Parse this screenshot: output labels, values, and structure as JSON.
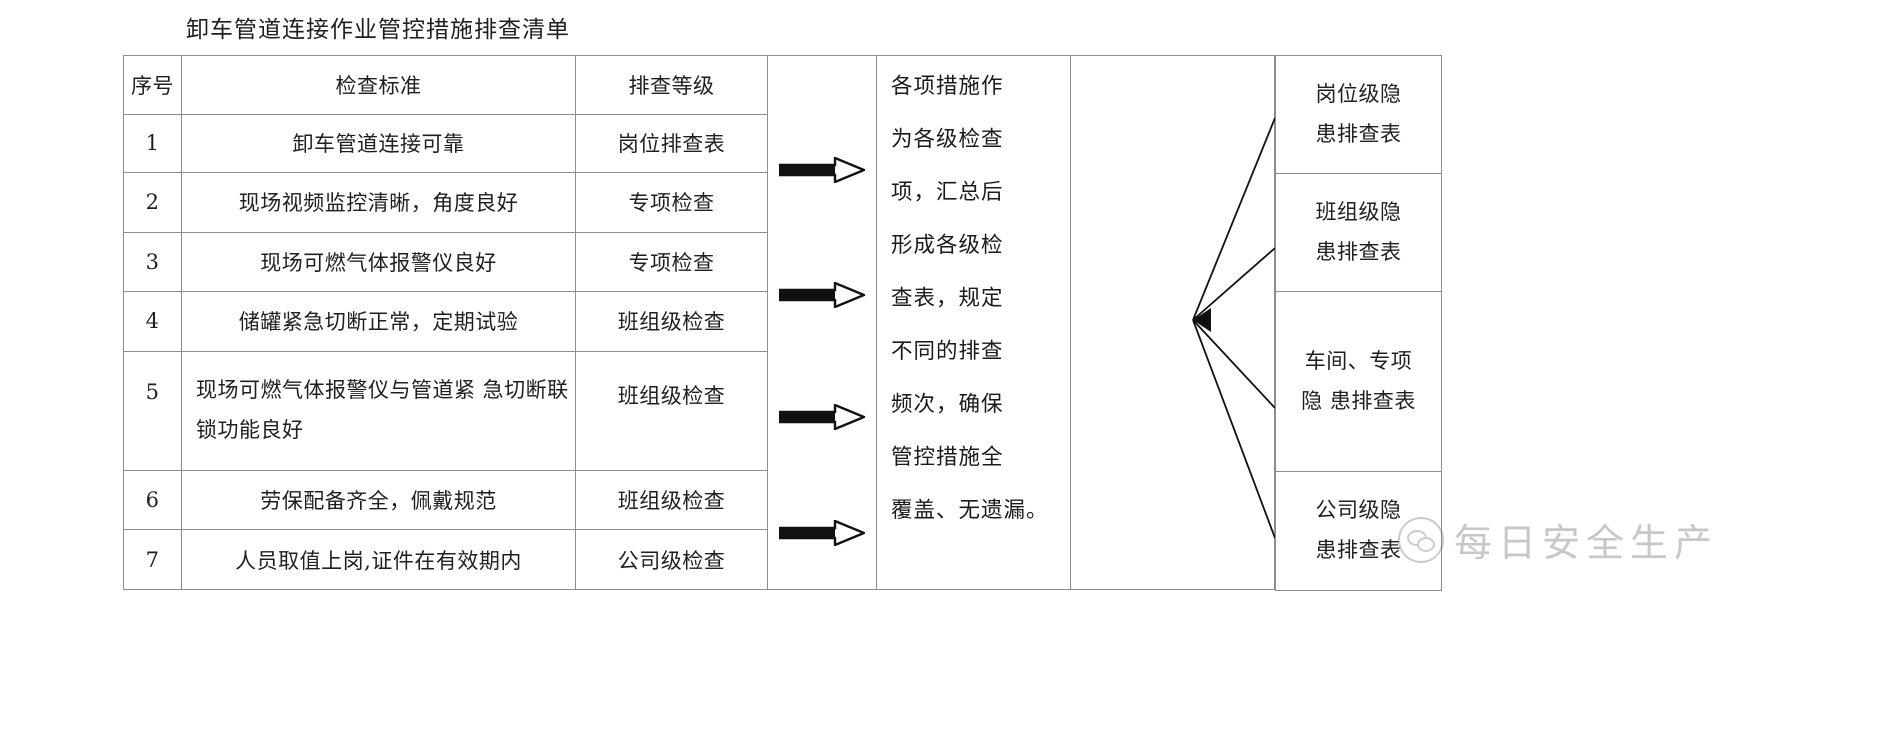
{
  "document": {
    "title": "卸车管道连接作业管控措施排查清单"
  },
  "left_table": {
    "columns": [
      "序号",
      "检查标准",
      "排查等级"
    ],
    "rows": [
      {
        "index": "1",
        "standard": "卸车管道连接可靠",
        "level": "岗位排查表"
      },
      {
        "index": "2",
        "standard": "现场视频监控清晰，角度良好",
        "level": "专项检查"
      },
      {
        "index": "3",
        "standard": "现场可燃气体报警仪良好",
        "level": "专项检查"
      },
      {
        "index": "4",
        "standard": "储罐紧急切断正常，定期试验",
        "level": "班组级检查"
      },
      {
        "index": "5",
        "standard": "现场可燃气体报警仪与管道紧\n急切断联锁功能良好",
        "level": "班组级检查"
      },
      {
        "index": "6",
        "standard": "劳保配备齐全，佩戴规范",
        "level": "班组级检查"
      },
      {
        "index": "7",
        "standard": "人员取值上岗,证件在有效期内",
        "level": "公司级检查"
      }
    ]
  },
  "arrows": {
    "icon": "arrow-right-icon",
    "count": 4
  },
  "centre_note": {
    "text": "各项措施作\n为各级检查\n项，汇总后\n形成各级检\n查表，规定\n不同的排查\n频次，确保\n管控措施全\n覆盖、无遗漏。"
  },
  "fan": {
    "icon": "fan-connector-icon"
  },
  "right_table": {
    "rows": [
      {
        "label": "岗位级隐\n患排查表"
      },
      {
        "label": "班组级隐\n患排查表"
      },
      {
        "label": "车间、专项\n隐  患排查表"
      },
      {
        "label": "公司级隐\n患排查表"
      }
    ]
  },
  "watermark": {
    "logo_icon": "wechat-icon",
    "text": "每日安全生产"
  },
  "colors": {
    "border": "#8d8d8d",
    "text": "#1f1f1f",
    "background": "#ffffff"
  }
}
